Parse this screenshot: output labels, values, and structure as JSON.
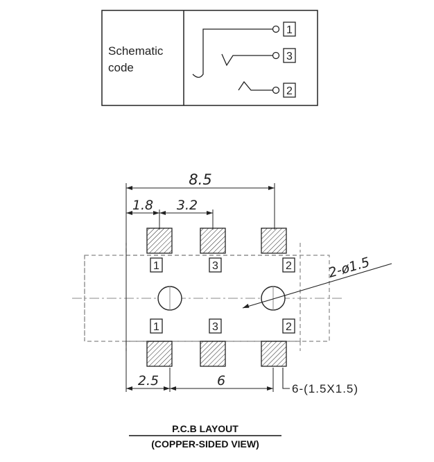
{
  "schematic": {
    "label_line1": "Schematic",
    "label_line2": "code",
    "pins": [
      "1",
      "3",
      "2"
    ]
  },
  "pcb": {
    "dimensions": {
      "overall": "8.5",
      "edge_to_pad": "1.8",
      "pad_pitch": "3.2",
      "bottom_left": "2.5",
      "bottom_span": "6",
      "hole_note": "2-ø1.5",
      "pad_note": "6-(1.5X1.5)"
    },
    "top_pad_labels": [
      "1",
      "3",
      "2"
    ],
    "bottom_pad_labels": [
      "1",
      "3",
      "2"
    ]
  },
  "caption": {
    "line1": "P.C.B LAYOUT",
    "line2": "(COPPER-SIDED VIEW)"
  }
}
